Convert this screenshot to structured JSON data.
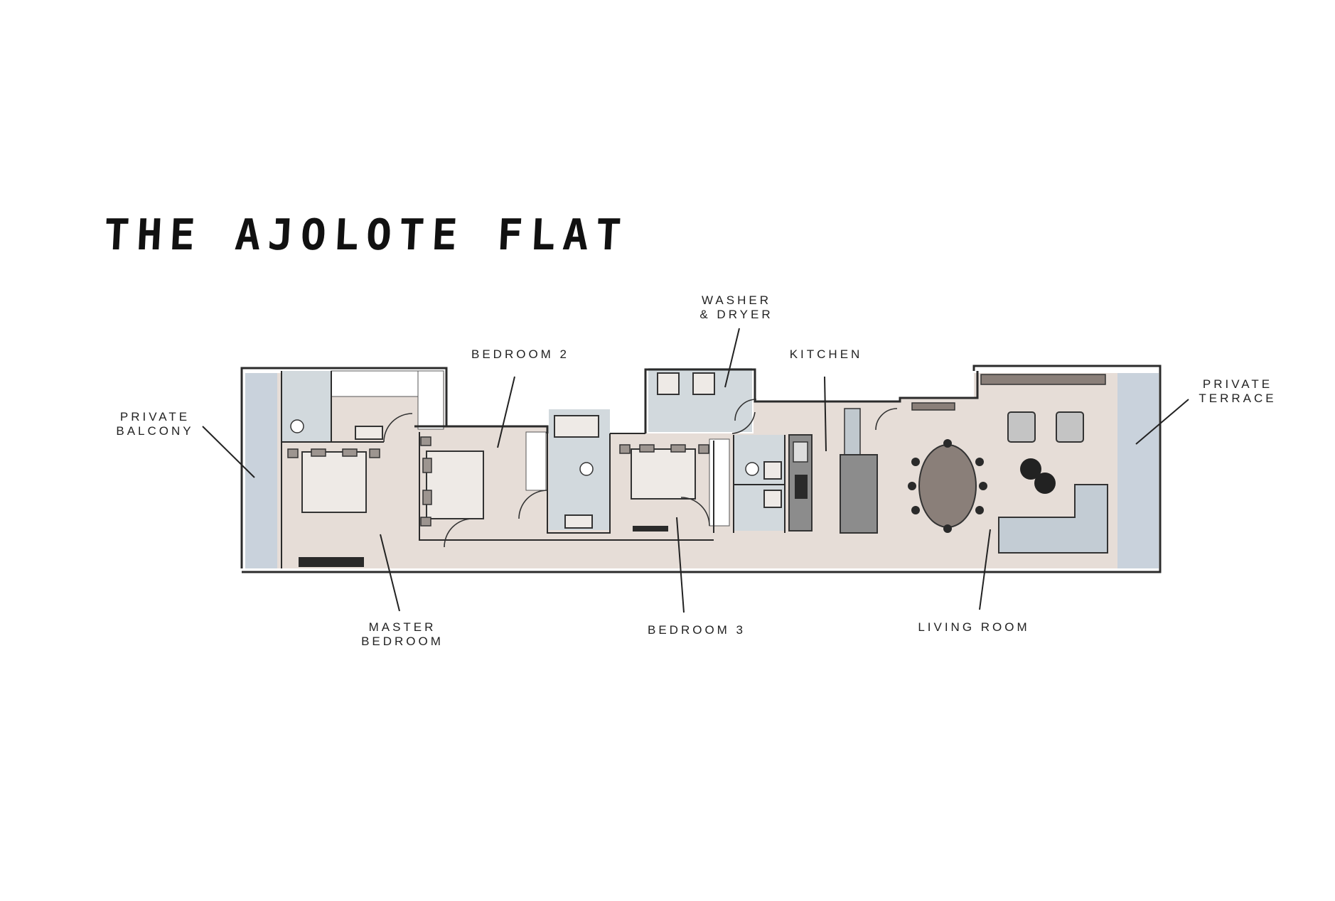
{
  "title": "THE AJOLOTE FLAT",
  "labels": {
    "private_balcony": [
      "PRIVATE",
      "BALCONY"
    ],
    "bedroom_2": [
      "BEDROOM 2"
    ],
    "washer_dryer": [
      "WASHER",
      "& DRYER"
    ],
    "kitchen": [
      "KITCHEN"
    ],
    "private_terrace": [
      "PRIVATE",
      "TERRACE"
    ],
    "master_bedroom": [
      "MASTER",
      "BEDROOM"
    ],
    "bedroom_3": [
      "BEDROOM 3"
    ],
    "living_room": [
      "LIVING ROOM"
    ]
  },
  "colors": {
    "floor": "#e6ddd7",
    "tile": "#d2d9dd",
    "glass": "#c9d2dc",
    "wall": "#2b2b2b"
  }
}
